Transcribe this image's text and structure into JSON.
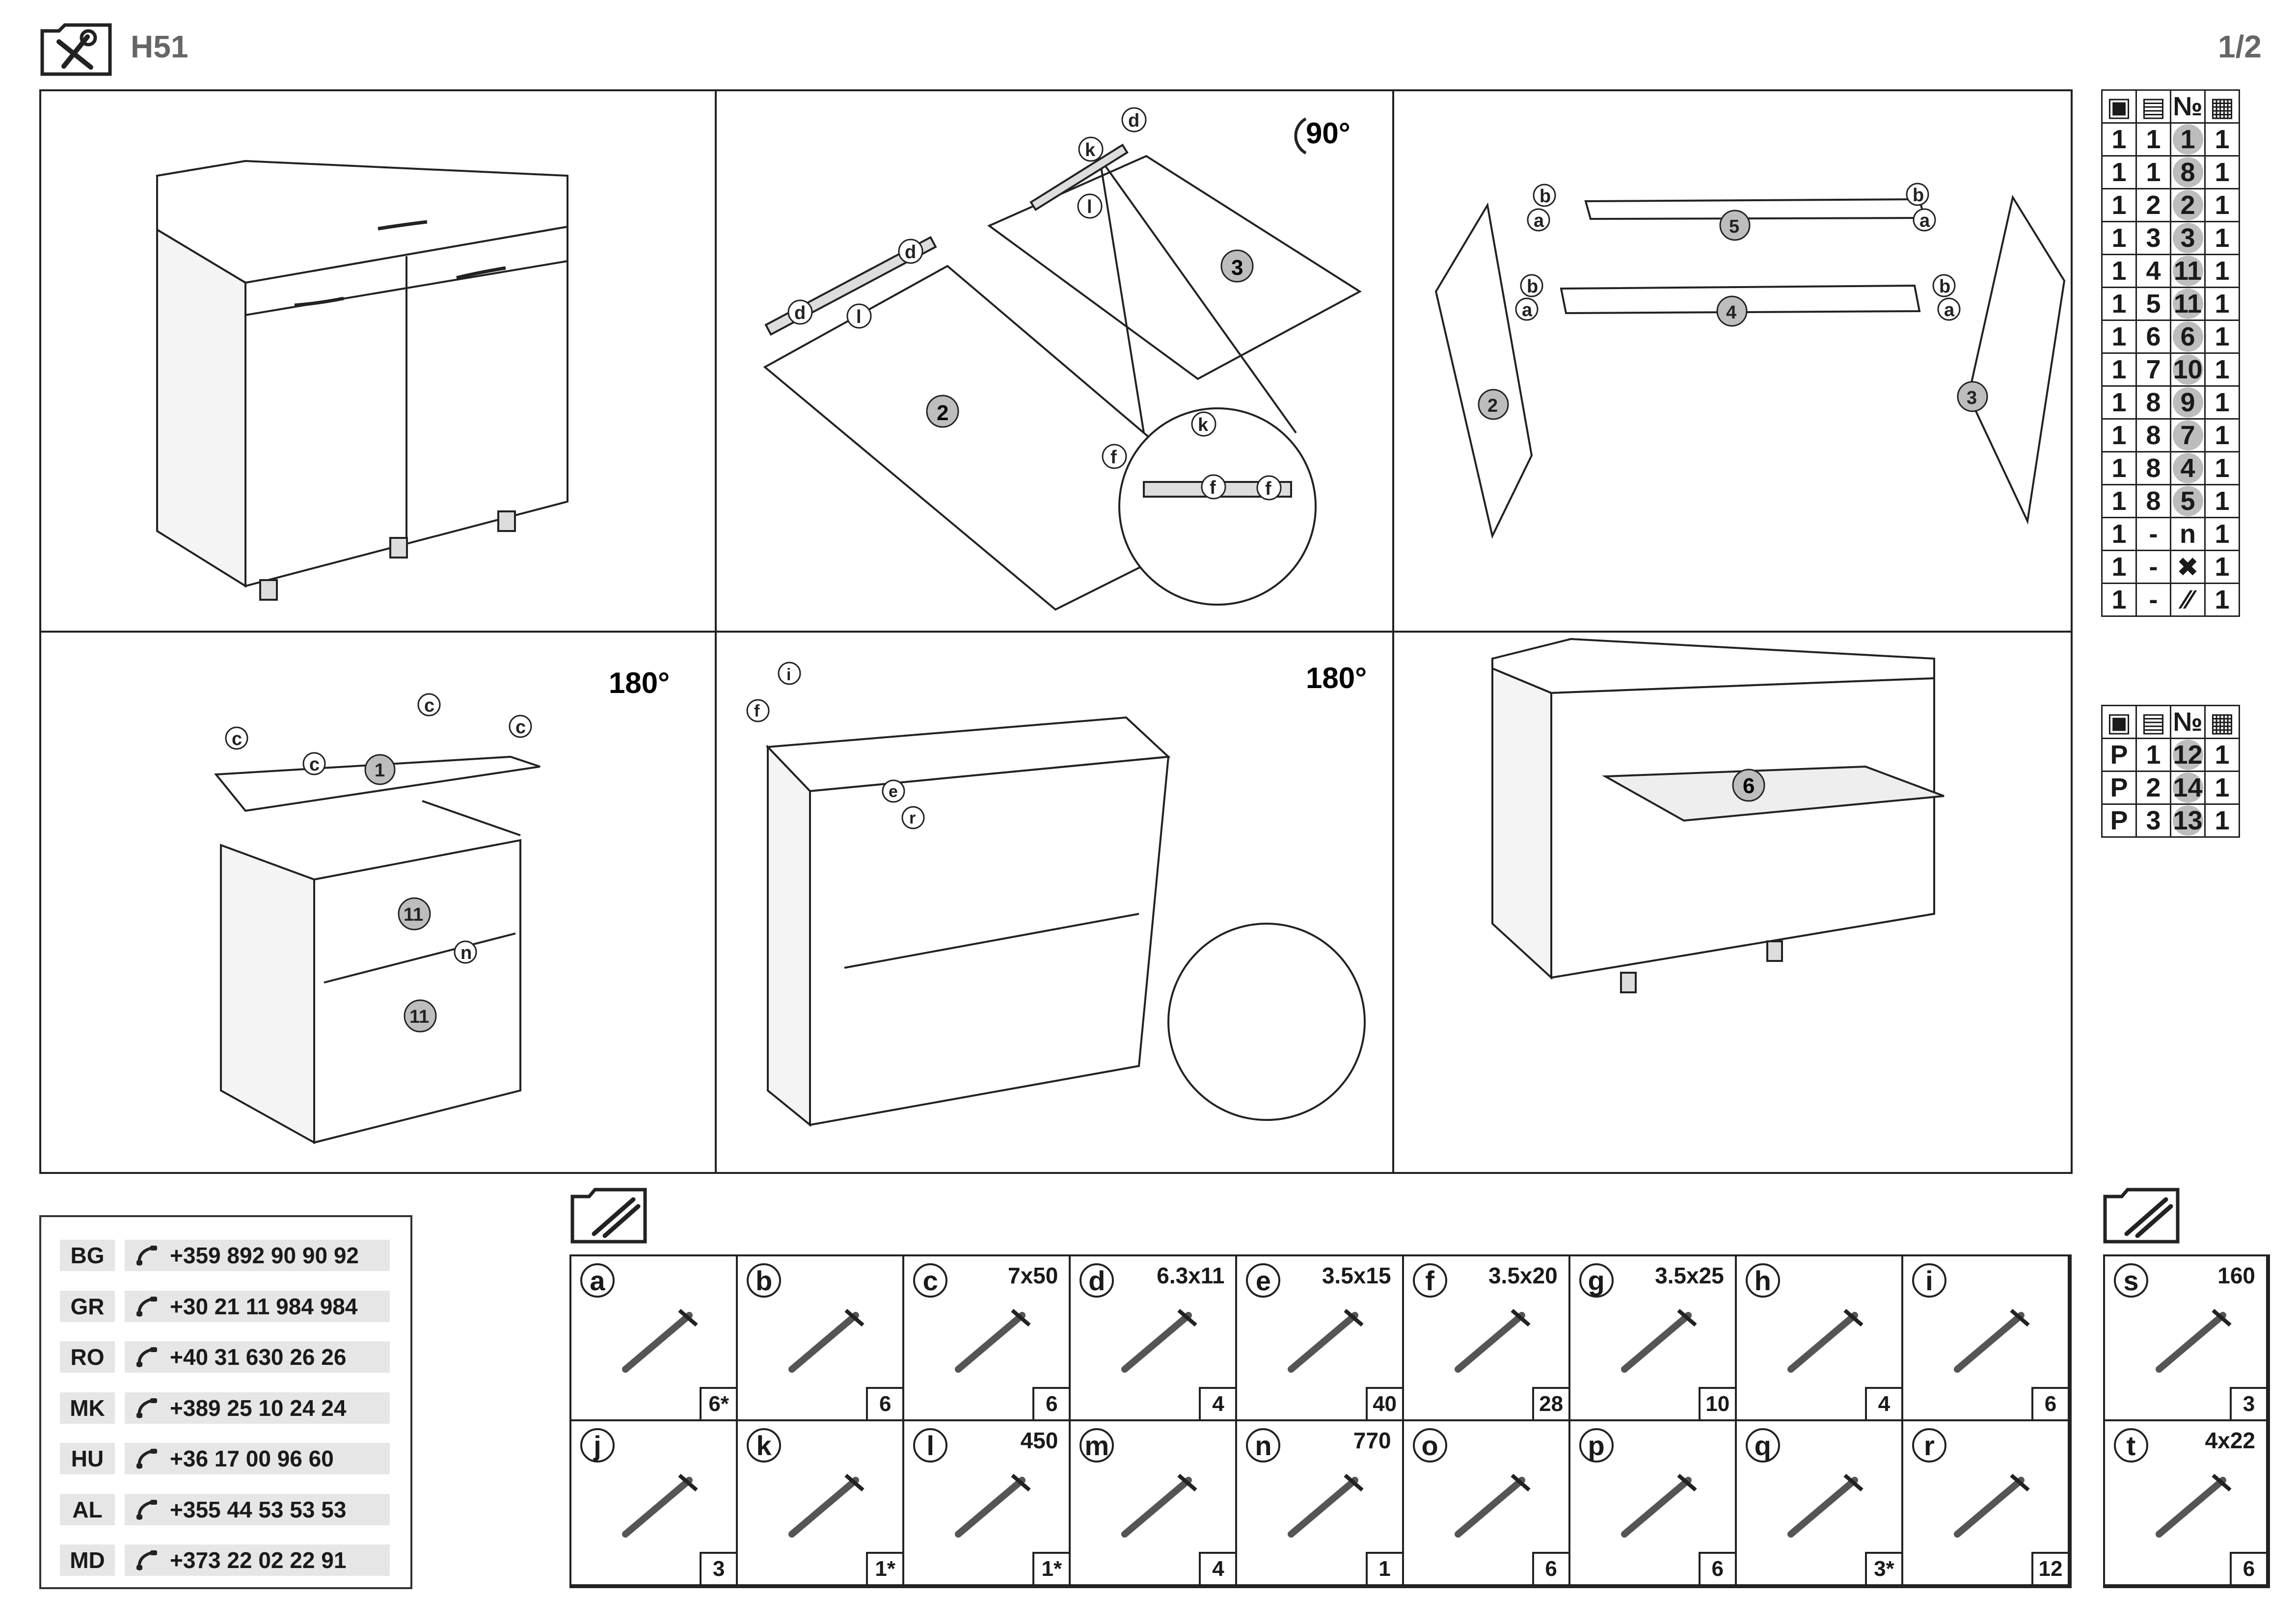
{
  "header": {
    "model_code": "H51",
    "page": "1/2",
    "tools_icon": "tools-icon"
  },
  "steps": {
    "s2_rotation": "90°",
    "s4_rotation": "180°",
    "s5_rotation": "180°",
    "s2_labels": [
      "d",
      "d",
      "l",
      "d",
      "k",
      "l",
      "k",
      "f",
      "f",
      "f",
      "2",
      "3"
    ],
    "s3_labels": [
      "b",
      "a",
      "b",
      "a",
      "b",
      "a",
      "b",
      "a",
      "5",
      "4",
      "2",
      "3"
    ],
    "s4_labels": [
      "c",
      "c",
      "c",
      "c",
      "n",
      "1",
      "11",
      "11"
    ],
    "s5_labels": [
      "i",
      "f",
      "e",
      "r"
    ],
    "s6_labels": [
      "6"
    ]
  },
  "parts_table": {
    "icons": [
      "box-icon",
      "layers-icon",
      "number-sign",
      "panel-icon"
    ],
    "header_no": "№",
    "rows": [
      [
        "1",
        "1",
        "1",
        "1"
      ],
      [
        "1",
        "1",
        "8",
        "1"
      ],
      [
        "1",
        "2",
        "2",
        "1"
      ],
      [
        "1",
        "3",
        "3",
        "1"
      ],
      [
        "1",
        "4",
        "11",
        "1"
      ],
      [
        "1",
        "5",
        "11",
        "1"
      ],
      [
        "1",
        "6",
        "6",
        "1"
      ],
      [
        "1",
        "7",
        "10",
        "1"
      ],
      [
        "1",
        "8",
        "9",
        "1"
      ],
      [
        "1",
        "8",
        "7",
        "1"
      ],
      [
        "1",
        "8",
        "4",
        "1"
      ],
      [
        "1",
        "8",
        "5",
        "1"
      ],
      [
        "1",
        "-",
        "n",
        "1"
      ],
      [
        "1",
        "-",
        "tools-icon",
        "1"
      ],
      [
        "1",
        "-",
        "nails-icon",
        "1"
      ]
    ]
  },
  "parts_table2": {
    "header_no": "№",
    "rows": [
      [
        "P",
        "1",
        "12",
        "1"
      ],
      [
        "P",
        "2",
        "14",
        "1"
      ],
      [
        "P",
        "3",
        "13",
        "1"
      ]
    ]
  },
  "contacts": [
    {
      "code": "BG",
      "phone": "+359 892 90 90 92"
    },
    {
      "code": "GR",
      "phone": "+30 21 11 984 984"
    },
    {
      "code": "RO",
      "phone": "+40 31 630 26 26"
    },
    {
      "code": "MK",
      "phone": "+389 25 10 24 24"
    },
    {
      "code": "HU",
      "phone": "+36 17 00 96 60"
    },
    {
      "code": "AL",
      "phone": "+355 44 53 53 53"
    },
    {
      "code": "MD",
      "phone": "+373 22 02 22 91"
    }
  ],
  "hardware": [
    {
      "letter": "a",
      "size": "",
      "qty": "6*"
    },
    {
      "letter": "b",
      "size": "",
      "qty": "6"
    },
    {
      "letter": "c",
      "size": "7x50",
      "qty": "6"
    },
    {
      "letter": "d",
      "size": "6.3x11",
      "qty": "4"
    },
    {
      "letter": "e",
      "size": "3.5x15",
      "qty": "40"
    },
    {
      "letter": "f",
      "size": "3.5x20",
      "qty": "28"
    },
    {
      "letter": "g",
      "size": "3.5x25",
      "qty": "10"
    },
    {
      "letter": "h",
      "size": "",
      "qty": "4"
    },
    {
      "letter": "i",
      "size": "",
      "qty": "6"
    },
    {
      "letter": "j",
      "size": "",
      "qty": "3"
    },
    {
      "letter": "k",
      "size": "",
      "qty": "1*"
    },
    {
      "letter": "l",
      "size": "450",
      "qty": "1*"
    },
    {
      "letter": "m",
      "size": "",
      "qty": "4"
    },
    {
      "letter": "n",
      "size": "770",
      "qty": "1"
    },
    {
      "letter": "o",
      "size": "",
      "qty": "6"
    },
    {
      "letter": "p",
      "size": "",
      "qty": "6"
    },
    {
      "letter": "q",
      "size": "",
      "qty": "3*"
    },
    {
      "letter": "r",
      "size": "",
      "qty": "12"
    }
  ],
  "hardware_extra": [
    {
      "letter": "s",
      "size": "160",
      "qty": "3"
    },
    {
      "letter": "t",
      "size": "4x22",
      "qty": "6"
    }
  ]
}
